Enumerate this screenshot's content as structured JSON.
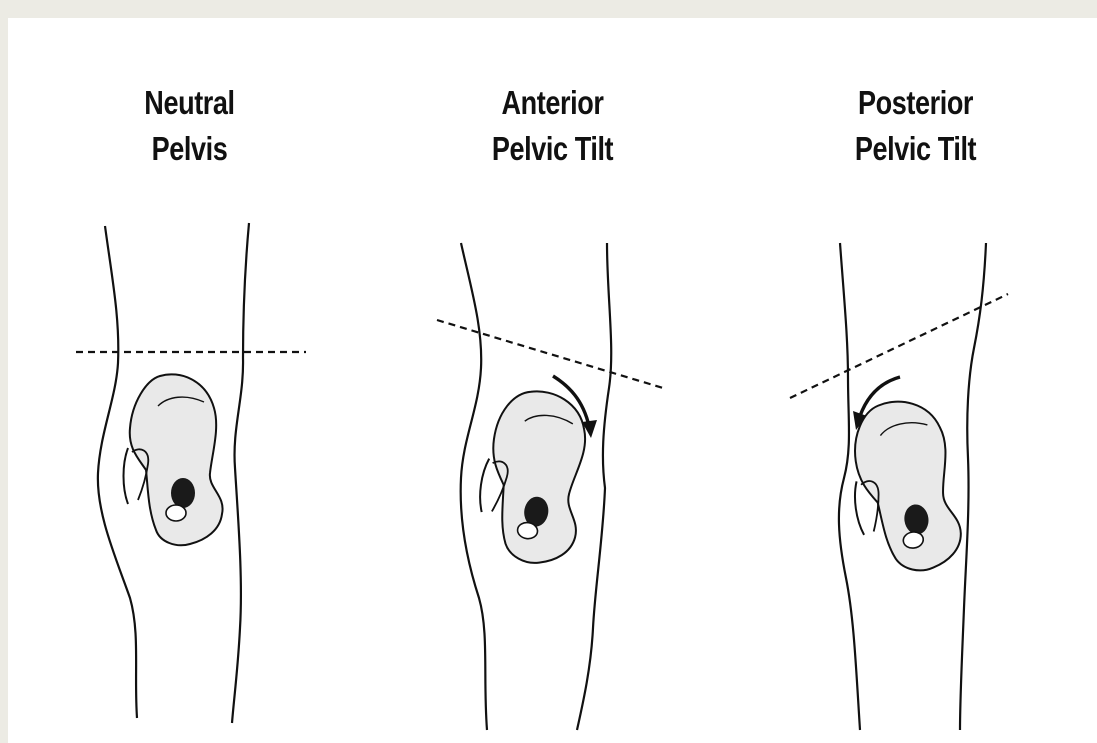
{
  "diagram": {
    "panels": [
      {
        "id": "neutral",
        "title_line1": "Neutral",
        "title_line2": "Pelvis"
      },
      {
        "id": "anterior",
        "title_line1": "Anterior",
        "title_line2": "Pelvic Tilt"
      },
      {
        "id": "posterior",
        "title_line1": "Posterior",
        "title_line2": "Pelvic Tilt"
      }
    ]
  },
  "colors": {
    "background": "#ecebe4",
    "canvas": "#ffffff",
    "ink": "#111111",
    "bone_fill": "#e9e9e9"
  }
}
